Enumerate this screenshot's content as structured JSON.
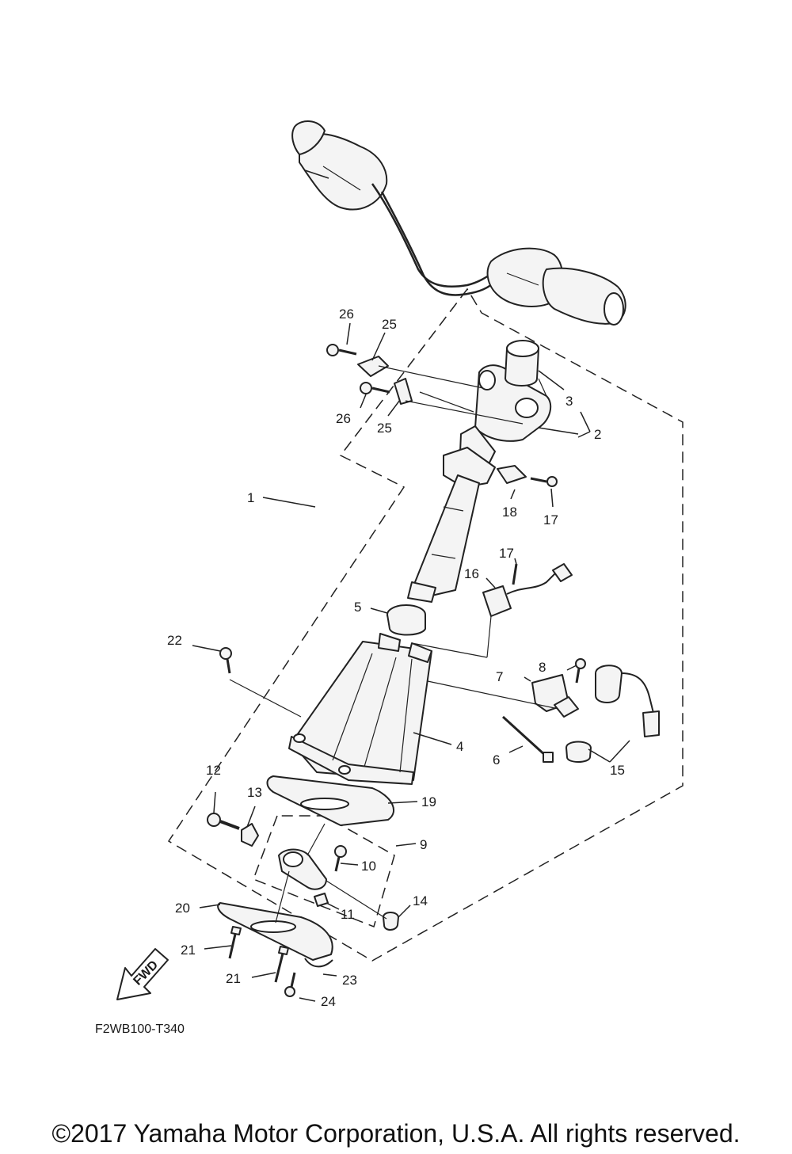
{
  "callouts": [
    "1",
    "2",
    "3",
    "4",
    "5",
    "6",
    "7",
    "8",
    "9",
    "10",
    "11",
    "12",
    "13",
    "14",
    "15",
    "16",
    "17",
    "17",
    "18",
    "19",
    "20",
    "21",
    "21",
    "22",
    "23",
    "24",
    "25",
    "25",
    "26",
    "26"
  ],
  "fwd_arrow_label": "FWD",
  "reference_code": "F2WB100-T340",
  "copyright": "©2017 Yamaha Motor Corporation, U.S.A. All rights reserved.",
  "colors": {
    "line": "#222222",
    "background": "#ffffff"
  }
}
